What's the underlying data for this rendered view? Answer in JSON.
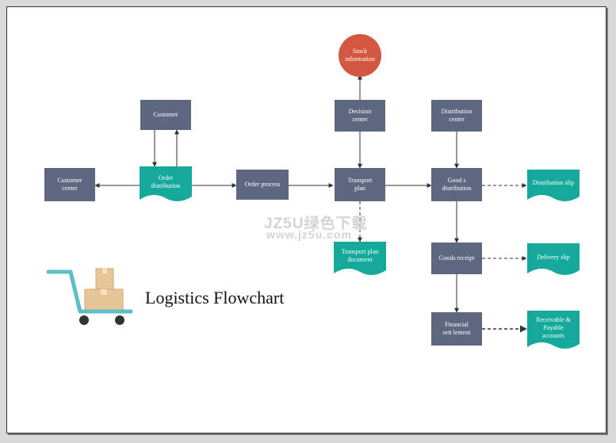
{
  "title": "Logistics Flowchart",
  "watermark": {
    "line1": "JZ5U绿色下载",
    "line2": "www.jz5u.com"
  },
  "colors": {
    "process": "#5e6780",
    "document": "#15a99b",
    "stock": "#d4583f",
    "connector": "#333333",
    "cart": "#5cbfc6",
    "box": "#e6c596",
    "wheel": "#333333"
  },
  "nodes": {
    "customer": "Customer",
    "customer_center": "Customer\ncenter",
    "order_distribution": "Order\ndistribution",
    "order_process": "Order process",
    "decision_center": "Decision\ncenter",
    "stock_information": "Stock\ninformation",
    "transport_plan": "Transport\nplan",
    "transport_plan_document": "Transport plan\ndocument",
    "distribution_center": "Distribution\ncenter",
    "goods_distribution": "Good s\ndistribution",
    "distribution_slip": "Distribution slip",
    "goods_receipt": "Goods receipt",
    "delivery_slip": "Delivery slip",
    "financial_settlement": "Financial\nsett lement",
    "receivable_payable": "Receivable &\nPayable\naccounts"
  }
}
